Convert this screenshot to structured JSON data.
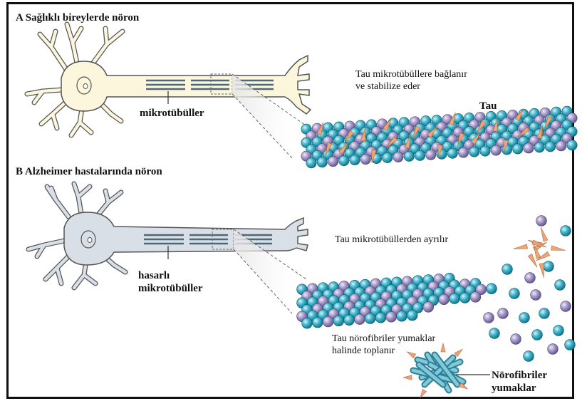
{
  "panel_a": {
    "title": "A Sağlıklı bireylerde nöron",
    "microtubule_label": "mikrotübüller",
    "note_line1": "Tau mikrotübüllere bağlanır",
    "note_line2": "ve stabilize eder",
    "tau_label": "Tau"
  },
  "panel_b": {
    "title": "B Alzheimer hastalarında nöron",
    "microtubule_label_line1": "hasarlı",
    "microtubule_label_line2": "mikrotübüller",
    "detach_note": "Tau mikrotübüllerden ayrılır",
    "tangle_note_line1": "Tau nörofibriler yumaklar",
    "tangle_note_line2": "halinde toplanır",
    "tangle_label_line1": "Nörofibriler",
    "tangle_label_line2": "yumaklar"
  },
  "colors": {
    "cell_healthy": "#fbf6dc",
    "cell_diseased": "#d8dfe6",
    "tubulin_teal": "#3aaec8",
    "tubulin_purple": "#a898c8",
    "tau": "#e8a070",
    "stripe": "#5a7080"
  }
}
